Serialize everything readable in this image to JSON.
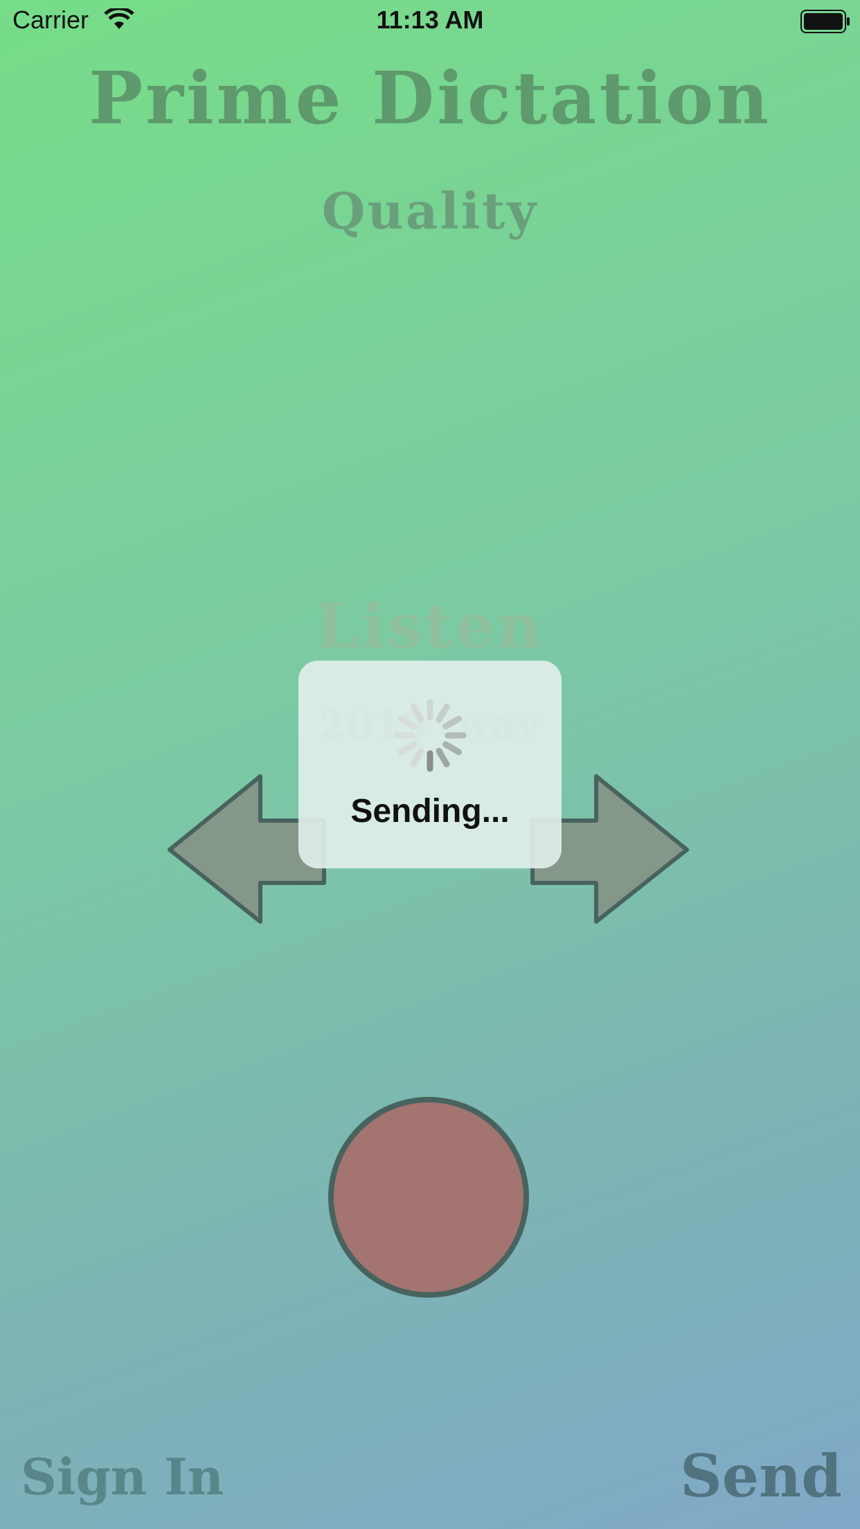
{
  "status_bar": {
    "carrier": "Carrier",
    "time": "11:13 AM",
    "wifi_icon": "wifi-icon",
    "battery_icon": "battery-icon"
  },
  "header": {
    "title": "Prime Dictation",
    "subtitle": "Quality"
  },
  "player": {
    "mode_label": "Listen",
    "file_name": "2019 .wav"
  },
  "controls": {
    "prev_icon": "arrow-left-icon",
    "next_icon": "arrow-right-icon",
    "record_icon": "record-button-circle"
  },
  "footer": {
    "sign_in_label": "Sign In",
    "send_label": "Send"
  },
  "overlay": {
    "message": "Sending...",
    "spinner_icon": "activity-spinner-icon"
  },
  "colors": {
    "record_fill": "#a47470",
    "arrow_fill": "#859789",
    "outline": "#48635f",
    "title": "#5e9a6d"
  }
}
